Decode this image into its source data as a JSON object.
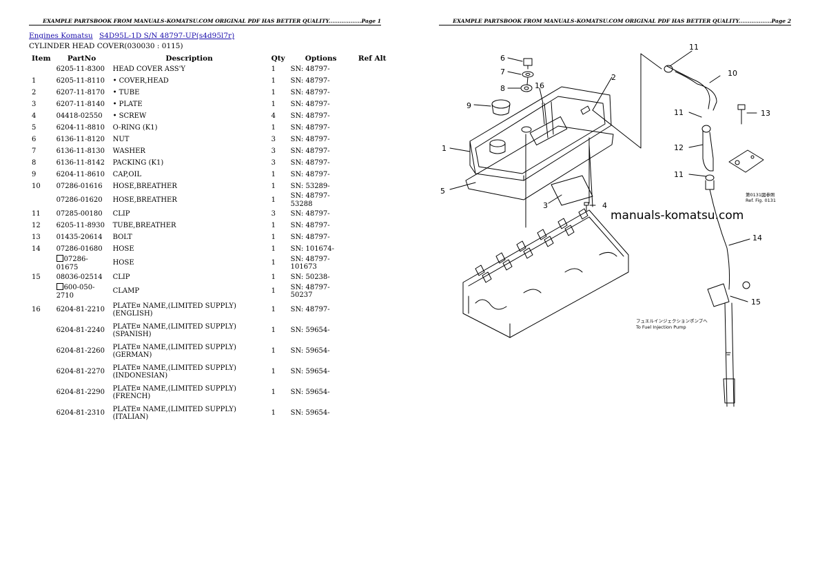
{
  "page1": {
    "header": "EXAMPLE PARTSBOOK FROM MANUALS-KOMATSU.COM ORIGINAL PDF HAS BETTER QUALITY..................Page 1",
    "breadcrumb": [
      "Engines Komatsu",
      "S4D95L-1D S/N 48797-UP(s4d95l7r)"
    ],
    "subtitle": "CYLINDER HEAD COVER(030030 : 0115)",
    "columns": [
      "Item",
      "PartNo",
      "Description",
      "Qty",
      "Options",
      "Ref Alt"
    ],
    "rows": [
      {
        "item": "",
        "part": "6205-11-8300",
        "box": false,
        "desc": [
          "HEAD COVER ASS'Y"
        ],
        "qty": "1",
        "opt": "SN: 48797-"
      },
      {
        "item": "1",
        "part": "6205-11-8110",
        "box": false,
        "desc": [
          "• COVER,HEAD"
        ],
        "qty": "1",
        "opt": "SN: 48797-"
      },
      {
        "item": "2",
        "part": "6207-11-8170",
        "box": false,
        "desc": [
          "• TUBE"
        ],
        "qty": "1",
        "opt": "SN: 48797-"
      },
      {
        "item": "3",
        "part": "6207-11-8140",
        "box": false,
        "desc": [
          "• PLATE"
        ],
        "qty": "1",
        "opt": "SN: 48797-"
      },
      {
        "item": "4",
        "part": "04418-02550",
        "box": false,
        "desc": [
          "• SCREW"
        ],
        "qty": "4",
        "opt": "SN: 48797-"
      },
      {
        "item": "5",
        "part": "6204-11-8810",
        "box": false,
        "desc": [
          "O-RING (K1)"
        ],
        "qty": "1",
        "opt": "SN: 48797-"
      },
      {
        "item": "6",
        "part": "6136-11-8120",
        "box": false,
        "desc": [
          "NUT"
        ],
        "qty": "3",
        "opt": "SN: 48797-"
      },
      {
        "item": "7",
        "part": "6136-11-8130",
        "box": false,
        "desc": [
          "WASHER"
        ],
        "qty": "3",
        "opt": "SN: 48797-"
      },
      {
        "item": "8",
        "part": "6136-11-8142",
        "box": false,
        "desc": [
          "PACKING (K1)"
        ],
        "qty": "3",
        "opt": "SN: 48797-"
      },
      {
        "item": "9",
        "part": "6204-11-8610",
        "box": false,
        "desc": [
          "CAP,OIL"
        ],
        "qty": "1",
        "opt": "SN: 48797-"
      },
      {
        "item": "10",
        "part": "07286-01616",
        "box": false,
        "desc": [
          "HOSE,BREATHER"
        ],
        "qty": "1",
        "opt": "SN: 53289-"
      },
      {
        "item": "",
        "part": "07286-01620",
        "box": false,
        "desc": [
          "HOSE,BREATHER"
        ],
        "qty": "1",
        "opt": "SN: 48797-53288"
      },
      {
        "item": "11",
        "part": "07285-00180",
        "box": false,
        "desc": [
          "CLIP"
        ],
        "qty": "3",
        "opt": "SN: 48797-"
      },
      {
        "item": "12",
        "part": "6205-11-8930",
        "box": false,
        "desc": [
          "TUBE,BREATHER"
        ],
        "qty": "1",
        "opt": "SN: 48797-"
      },
      {
        "item": "13",
        "part": "01435-20614",
        "box": false,
        "desc": [
          "BOLT"
        ],
        "qty": "1",
        "opt": "SN: 48797-"
      },
      {
        "item": "14",
        "part": "07286-01680",
        "box": false,
        "desc": [
          "HOSE"
        ],
        "qty": "1",
        "opt": "SN: 101674-"
      },
      {
        "item": "",
        "part": "07286-01675",
        "box": true,
        "desc": [
          "HOSE"
        ],
        "qty": "1",
        "opt": "SN: 48797-101673"
      },
      {
        "item": "15",
        "part": "08036-02514",
        "box": false,
        "desc": [
          "CLIP"
        ],
        "qty": "1",
        "opt": "SN: 50238-"
      },
      {
        "item": "",
        "part": "600-050-2710",
        "box": true,
        "desc": [
          "CLAMP"
        ],
        "qty": "1",
        "opt": "SN: 48797-50237"
      },
      {
        "item": "16",
        "part": "6204-81-2210",
        "box": false,
        "desc": [
          "PLATE¤ NAME,(LIMITED SUPPLY)",
          "(ENGLISH)"
        ],
        "qty": "1",
        "opt": "SN: 48797-"
      },
      {
        "item": "",
        "part": "6204-81-2240",
        "box": false,
        "desc": [
          "PLATE¤ NAME,(LIMITED SUPPLY)",
          "(SPANISH)"
        ],
        "qty": "1",
        "opt": "SN: 59654-"
      },
      {
        "item": "",
        "part": "6204-81-2260",
        "box": false,
        "desc": [
          "PLATE¤ NAME,(LIMITED SUPPLY)",
          "(GERMAN)"
        ],
        "qty": "1",
        "opt": "SN: 59654-"
      },
      {
        "item": "",
        "part": "6204-81-2270",
        "box": false,
        "desc": [
          "PLATE¤ NAME,(LIMITED SUPPLY)",
          "(INDONESIAN)"
        ],
        "qty": "1",
        "opt": "SN: 59654-"
      },
      {
        "item": "",
        "part": "6204-81-2290",
        "box": false,
        "desc": [
          "PLATE¤ NAME,(LIMITED SUPPLY)",
          "(FRENCH)"
        ],
        "qty": "1",
        "opt": "SN: 59654-"
      },
      {
        "item": "",
        "part": "6204-81-2310",
        "box": false,
        "desc": [
          "PLATE¤ NAME,(LIMITED SUPPLY)",
          "(ITALIAN)"
        ],
        "qty": "1",
        "opt": "SN: 59654-"
      }
    ]
  },
  "page2": {
    "header": "EXAMPLE PARTSBOOK FROM MANUALS-KOMATSU.COM ORIGINAL PDF HAS BETTER QUALITY..................Page 2",
    "watermark": "manuals-komatsu.com",
    "callouts": [
      "1",
      "2",
      "3",
      "4",
      "5",
      "6",
      "7",
      "8",
      "9",
      "10",
      "11",
      "11",
      "11",
      "12",
      "13",
      "14",
      "15",
      "16"
    ],
    "ref_fig": [
      "第0131図参照",
      "Ref. Fig. 0131"
    ],
    "note": [
      "フュエルインジェクションポンプへ",
      "To Fuel Injection Pump"
    ]
  },
  "colors": {
    "link": "#1a0dab",
    "text": "#000000",
    "background": "#ffffff"
  }
}
